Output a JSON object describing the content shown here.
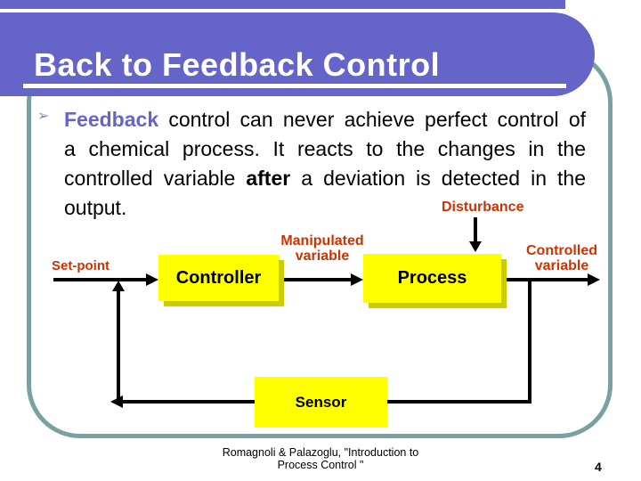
{
  "slide": {
    "title": "Back to Feedback Control",
    "page_number": "4",
    "footer": {
      "line1": "Romagnoli & Palazoglu, \"Introduction to",
      "line2": "Process Control \""
    }
  },
  "body": {
    "bullet": "➢",
    "line1_accent": "Feedback",
    "line1_rest": " control can never achieve perfect control of",
    "line2": "a chemical process. It reacts to the changes in the",
    "line3_pre": "controlled variable ",
    "line3_bold": "after",
    "line3_post": " a deviation is detected in the",
    "line4": "output."
  },
  "diagram": {
    "labels": {
      "set_point": "Set-point",
      "manipulated": "Manipulated variable",
      "disturbance": "Disturbance",
      "controlled": "Controlled variable"
    },
    "blocks": {
      "controller": "Controller",
      "process": "Process",
      "sensor": "Sensor"
    }
  },
  "colors": {
    "header_purple": "#6565c9",
    "border_teal": "#7aa1a1",
    "block_yellow": "#ffff00",
    "block_shadow": "#cccc00",
    "label_red": "#cc3300",
    "line_black": "#000000"
  }
}
